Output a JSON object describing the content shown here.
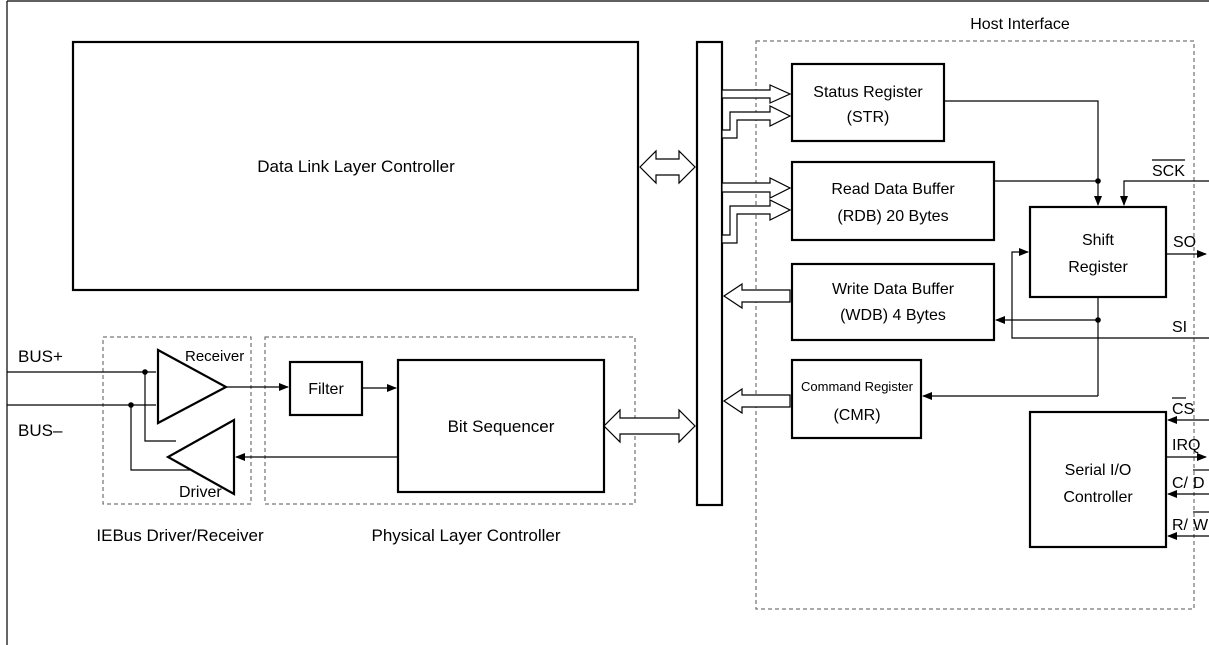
{
  "blocks": {
    "data_link_layer": "Data Link Layer Controller",
    "bit_sequencer": "Bit Sequencer",
    "filter": "Filter",
    "receiver": "Receiver",
    "driver": "Driver",
    "status_register": [
      "Status Register",
      "(STR)"
    ],
    "read_data_buffer": [
      "Read Data Buffer",
      "(RDB) 20 Bytes"
    ],
    "write_data_buffer": [
      "Write Data Buffer",
      "(WDB) 4 Bytes"
    ],
    "command_register": [
      "Command Register",
      "(CMR)"
    ],
    "shift_register": [
      "Shift",
      "Register"
    ],
    "serial_io_controller": [
      "Serial I/O",
      "Controller"
    ]
  },
  "groups": {
    "host_interface": "Host Interface",
    "iebus_driver_receiver": "IEBus Driver/Receiver",
    "physical_layer_controller": "Physical Layer Controller"
  },
  "signals": {
    "bus_plus": "BUS+",
    "bus_minus": "BUS–",
    "sck": "SCK",
    "so": "SO",
    "si": "SI",
    "cs": "CS",
    "irq": "IRQ",
    "cd_c": "C/",
    "cd_d": "D",
    "rw_r": "R/",
    "rw_w": "W"
  }
}
